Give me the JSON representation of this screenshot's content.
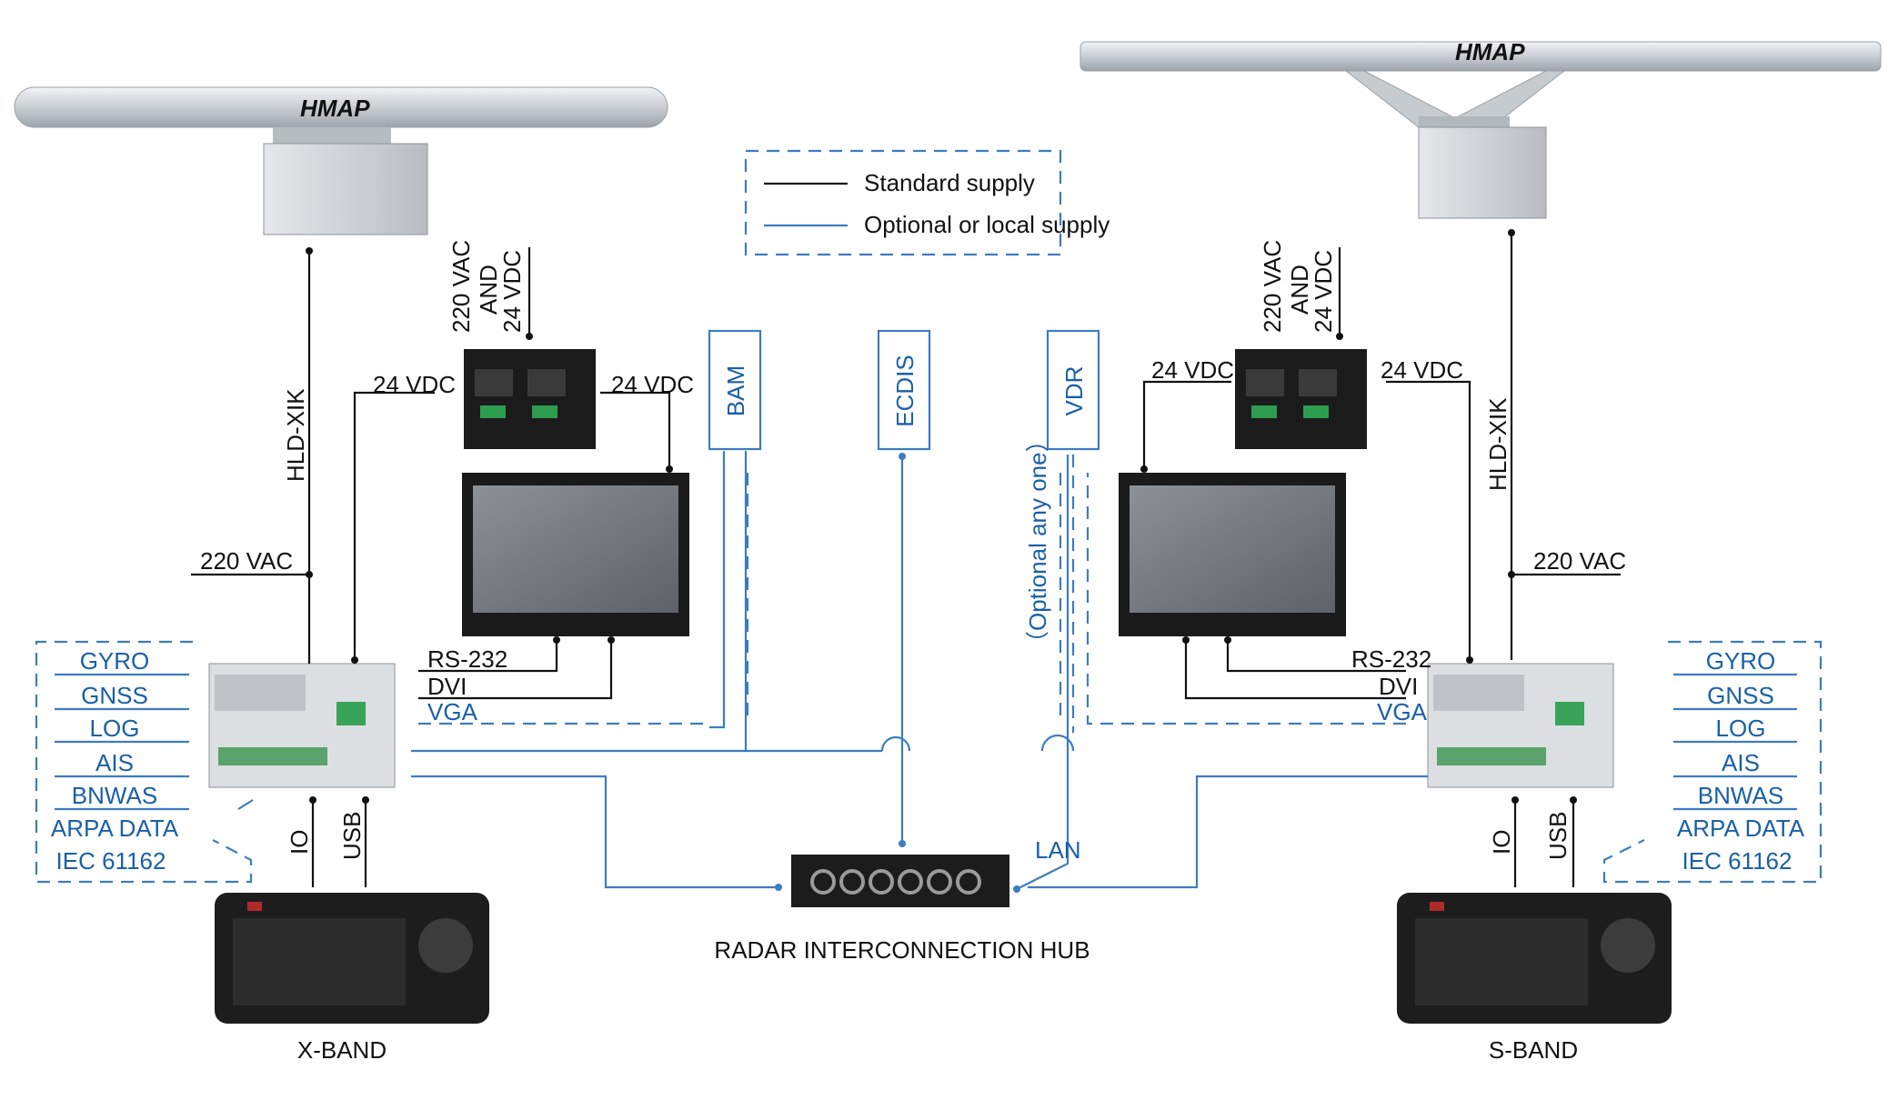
{
  "legend": {
    "standard": "Standard supply",
    "optional": "Optional or local supply"
  },
  "brand": "HMAP",
  "power_in": [
    "220 VAC",
    "AND",
    "24 VDC"
  ],
  "vdc": "24 VDC",
  "vac": "220 VAC",
  "cable": "HLD-XIK",
  "rs232": "RS-232",
  "dvi": "DVI",
  "vga": "VGA",
  "io": "IO",
  "usb": "USB",
  "lan": "LAN",
  "optional_note": "（Optional any one）",
  "boxes": {
    "bam": "BAM",
    "ecdis": "ECDIS",
    "vdr": "VDR"
  },
  "sensors": [
    "GYRO",
    "GNSS",
    "LOG",
    "AIS",
    "BNWAS",
    "ARPA DATA",
    "IEC 61162"
  ],
  "hub": "RADAR INTERCONNECTION HUB",
  "x_band": "X-BAND",
  "s_band": "S-BAND",
  "colors": {
    "line": "#111111",
    "optional": "#3d7cc0"
  }
}
